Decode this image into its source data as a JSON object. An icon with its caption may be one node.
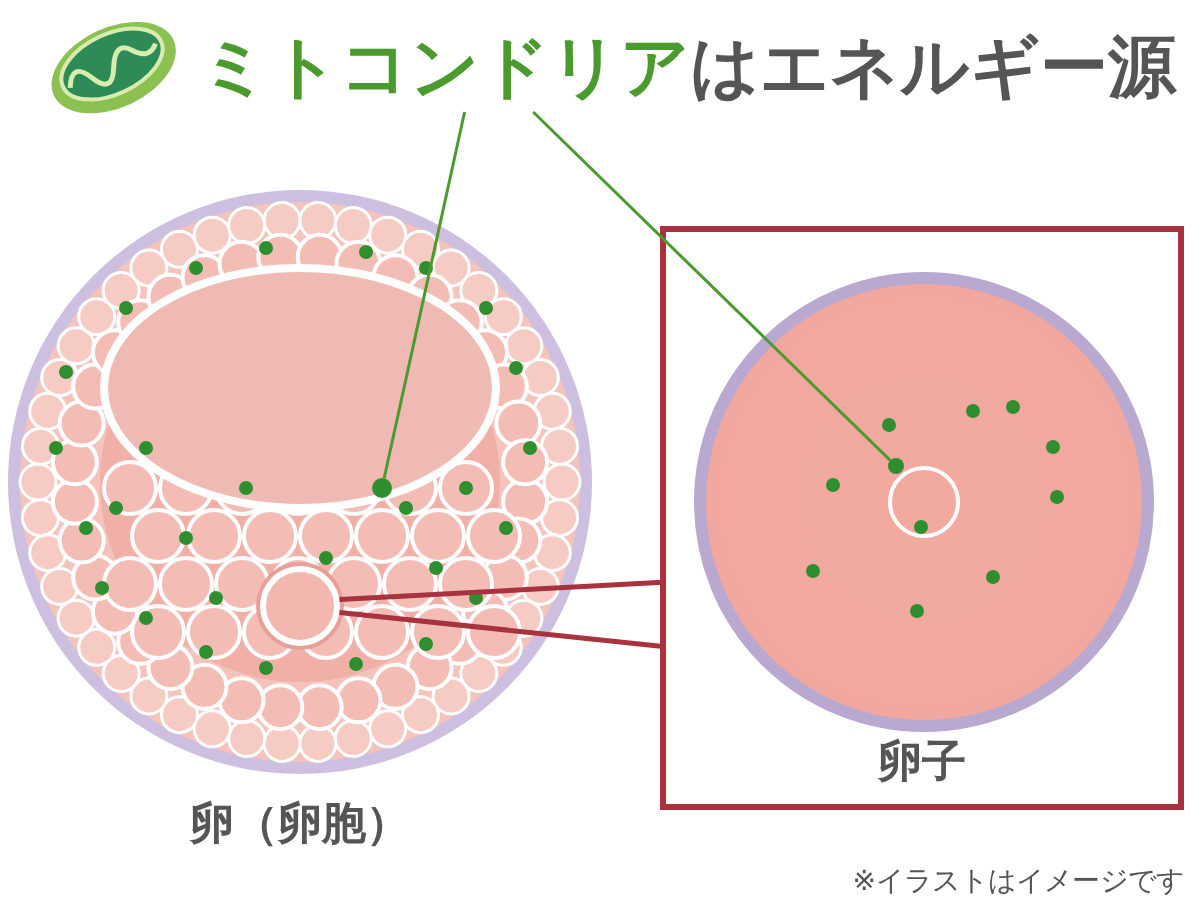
{
  "diagram": {
    "nodes": [
      {
        "text": [
          "ミトコンドリアはエネルギー源"
        ]
      },
      {
        "text": [
          "卵（卵胞）"
        ]
      },
      {
        "text": [],
        "shape": "circle",
        "in": 1
      },
      {
        "text": [],
        "shape": "circle",
        "in": 1
      },
      {
        "text": [
          "卵子"
        ]
      },
      {
        "text": [],
        "shape": "circle",
        "in": 4
      },
      {
        "text": [],
        "shape": "circle",
        "in": 5
      }
    ],
    "edges": [
      {
        "from": 0,
        "to": 2,
        "arrow": "none"
      },
      {
        "from": 0,
        "to": 6,
        "arrow": "none"
      },
      {
        "from": 3,
        "to": 4,
        "arrow": "none",
        "color": "#a8323e"
      },
      {
        "from": 3,
        "to": 4,
        "arrow": "none",
        "color": "#a8323e"
      }
    ],
    "labels": [
      "※イラストはイメージです"
    ]
  }
}
